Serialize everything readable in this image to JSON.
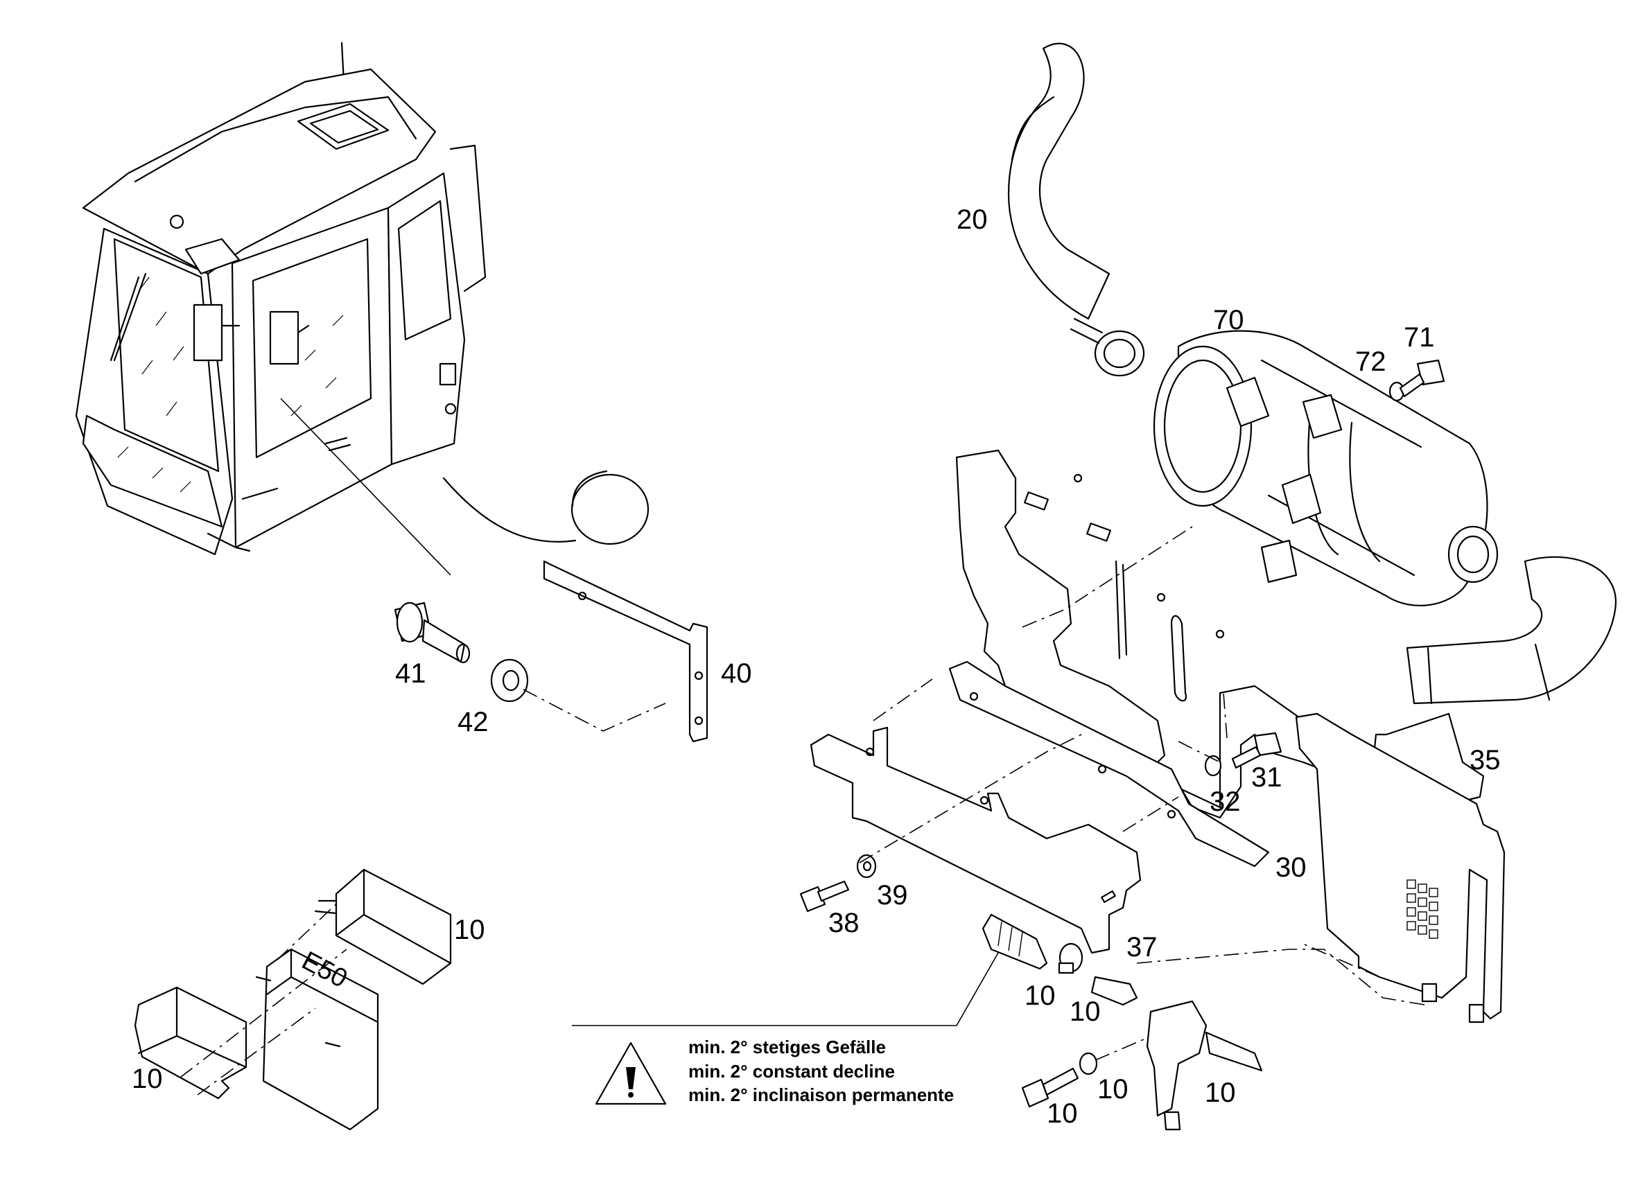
{
  "callouts": {
    "c20": "20",
    "c70": "70",
    "c72": "72",
    "c71": "71",
    "c41": "41",
    "c42": "42",
    "c40": "40",
    "c35": "35",
    "c31": "31",
    "c32": "32",
    "c30": "30",
    "c39": "39",
    "c38": "38",
    "c37": "37",
    "c10": "10"
  },
  "box_marking": "E50",
  "warning": {
    "line_de": "min. 2° stetiges Gefälle",
    "line_en": "min. 2° constant decline",
    "line_fr": "min. 2° inclinaison permanente"
  },
  "icons": {
    "warning": "warning-triangle-icon"
  }
}
